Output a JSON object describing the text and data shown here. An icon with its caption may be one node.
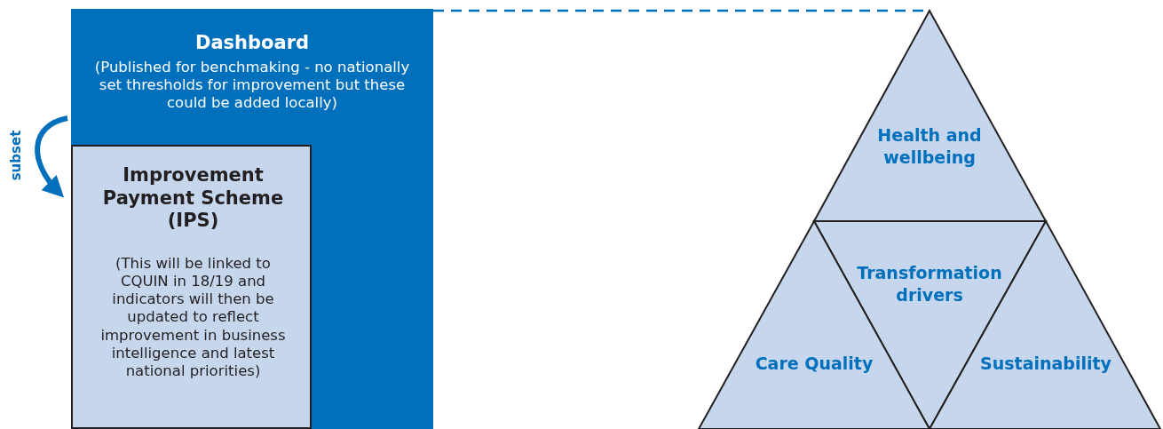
{
  "diagram": {
    "nodes": [
      {
        "text": [
          "Dashboard",
          "(Published for benchmaking - no nationally set thresholds for improvement but these could be added locally)"
        ]
      },
      {
        "text": [
          "Improvement Payment Scheme (IPS)",
          "(This will be linked to CQUIN in 18/19 and indicators will then be updated to reflect improvement in business intelligence and latest national priorities)"
        ],
        "in": 0
      },
      {
        "text": [
          "Health and wellbeing"
        ]
      },
      {
        "text": [
          "Transformation drivers"
        ]
      },
      {
        "text": [
          "Care Quality"
        ]
      },
      {
        "text": [
          "Sustainability"
        ]
      }
    ],
    "edges": [
      {
        "from": 0,
        "to": 2,
        "arrow": "none",
        "style": "dashed"
      },
      {
        "from": 0,
        "to": 1,
        "arrow": "to",
        "style": "thick",
        "label": "subset"
      }
    ]
  }
}
